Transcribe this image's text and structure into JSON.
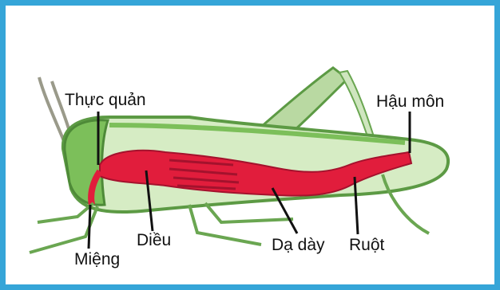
{
  "labels": {
    "esophagus": "Thực quản",
    "anus": "Hậu môn",
    "crop": "Diều",
    "mouth": "Miệng",
    "stomach": "Dạ dày",
    "intestine": "Ruột"
  },
  "colors": {
    "frame": "#35a5d8",
    "body_green": "#7cbf5a",
    "body_light": "#d6ecc4",
    "gut_red": "#e11d3c",
    "gut_dark": "#a4122d",
    "pointer": "#111111"
  }
}
